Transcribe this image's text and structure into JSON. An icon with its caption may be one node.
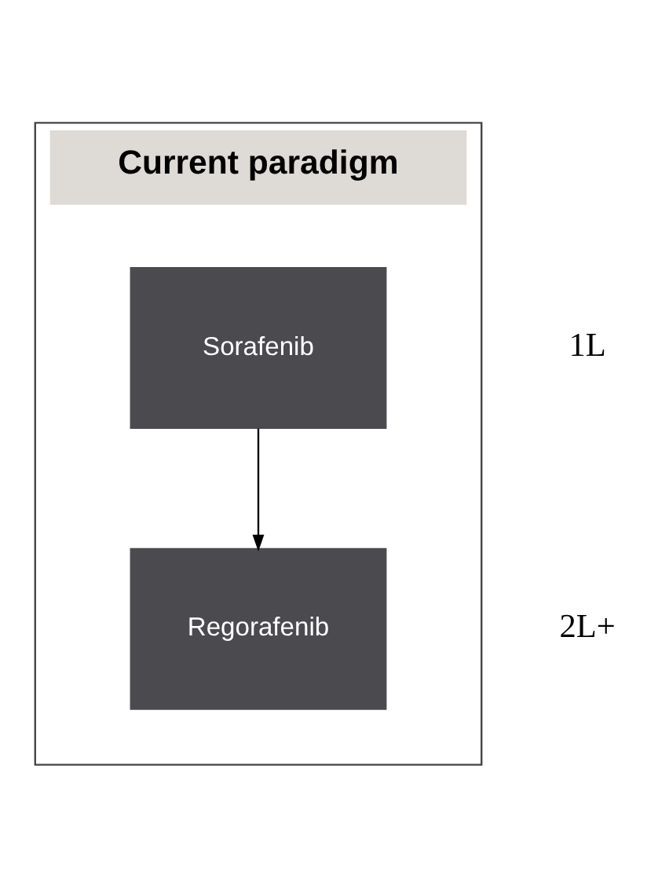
{
  "diagram": {
    "nodes": [
      {
        "text": [
          "Current paradigm"
        ]
      },
      {
        "text": [
          "Sorafenib"
        ],
        "in": 0
      },
      {
        "text": [
          "Regorafenib"
        ],
        "in": 0
      }
    ],
    "edges": [
      {
        "from": 1,
        "to": 2,
        "arrow": "to"
      }
    ],
    "labels": [
      "1L",
      "2L+"
    ]
  }
}
